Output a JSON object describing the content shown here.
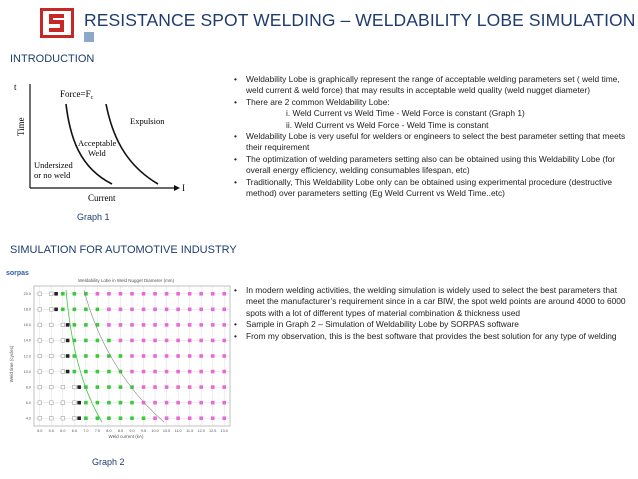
{
  "header": {
    "title": "RESISTANCE SPOT WELDING – WELDABILITY LOBE SIMULATION",
    "logo_icon": "s-logo-icon",
    "accent_color": "#1f3c6e",
    "logo_color": "#c62828"
  },
  "intro": {
    "heading": "INTRODUCTION",
    "bullets": [
      {
        "text": "Weldability Lobe  is graphically  represent the range of  acceptable welding parameters set ( weld time, weld current & weld force) that may results  in  acceptable weld quality  (weld nugget diameter)"
      },
      {
        "text": "There are 2 common  Weldability Lobe:"
      },
      {
        "sub": "i. Weld Current vs Weld Time  -  Weld Force is constant (Graph 1)"
      },
      {
        "sub": "ii. Weld Current vs Weld Force  -  Weld Time is constant"
      },
      {
        "text": "Weldability Lobe is very useful  for welders or engineers to select  the best parameter setting  that meets their requirement"
      },
      {
        "text": " The optimization of welding parameters setting  also can be obtained using this Weldability Lobe (for overall energy efficiency, welding consumables lifespan,  etc)"
      },
      {
        "text": "Traditionally,  This Weldability Lobe only can be obtained using experimental procedure (destructive method) over parameters setting (Eg Weld Current vs Weld Time..etc)"
      }
    ],
    "graph1": {
      "caption": "Graph 1",
      "t_label": "t",
      "time_label": "Time",
      "current_label": "Current",
      "i_label": "I",
      "force_label": "Force=F",
      "force_sub": "c",
      "acceptable_1": "Acceptable",
      "acceptable_2": "Weld",
      "expulsion": "Expulsion",
      "undersized_1": "Undersized",
      "undersized_2": "or no weld"
    }
  },
  "simulation": {
    "heading": "SIMULATION FOR AUTOMOTIVE INDUSTRY",
    "bullets": [
      {
        "text": "In modern welding activities, the welding simulation is widely used to select the best parameters that meet the manufacturer’s requirement since in a car BIW, the spot weld points  are around 4000 to 6000 spots with a lot of different types of material combination & thickness used"
      },
      {
        "text": "Sample in Graph 2 – Simulation of Weldability Lobe by SORPAS software"
      },
      {
        "text": "From my observation, this is the best software that provides the best solution for any type of welding"
      }
    ],
    "graph2": {
      "caption": "Graph 2",
      "brand": "sorpas",
      "chart_title": "Weldability Lobe in Weld Nugget Diameter (mm)",
      "y_title": "Weld time (cycles)",
      "x_title": "Weld current (kA)",
      "y_ticks": [
        "20.0",
        "18.0",
        "16.0",
        "14.0",
        "12.0",
        "10.0",
        "8.0",
        "6.0",
        "4.0"
      ],
      "x_ticks": [
        "5.0",
        "5.5",
        "6.0",
        "6.5",
        "7.0",
        "7.5",
        "8.0",
        "8.5",
        "9.0",
        "9.5",
        "10.0",
        "10.5",
        "11.0",
        "11.5",
        "12.0",
        "12.5",
        "13.0"
      ],
      "colors": {
        "undersized": "#ffffff",
        "acceptable": "#3cc83c",
        "expulsion": "#e86ad6",
        "grid": "#c8c8c8"
      }
    }
  }
}
